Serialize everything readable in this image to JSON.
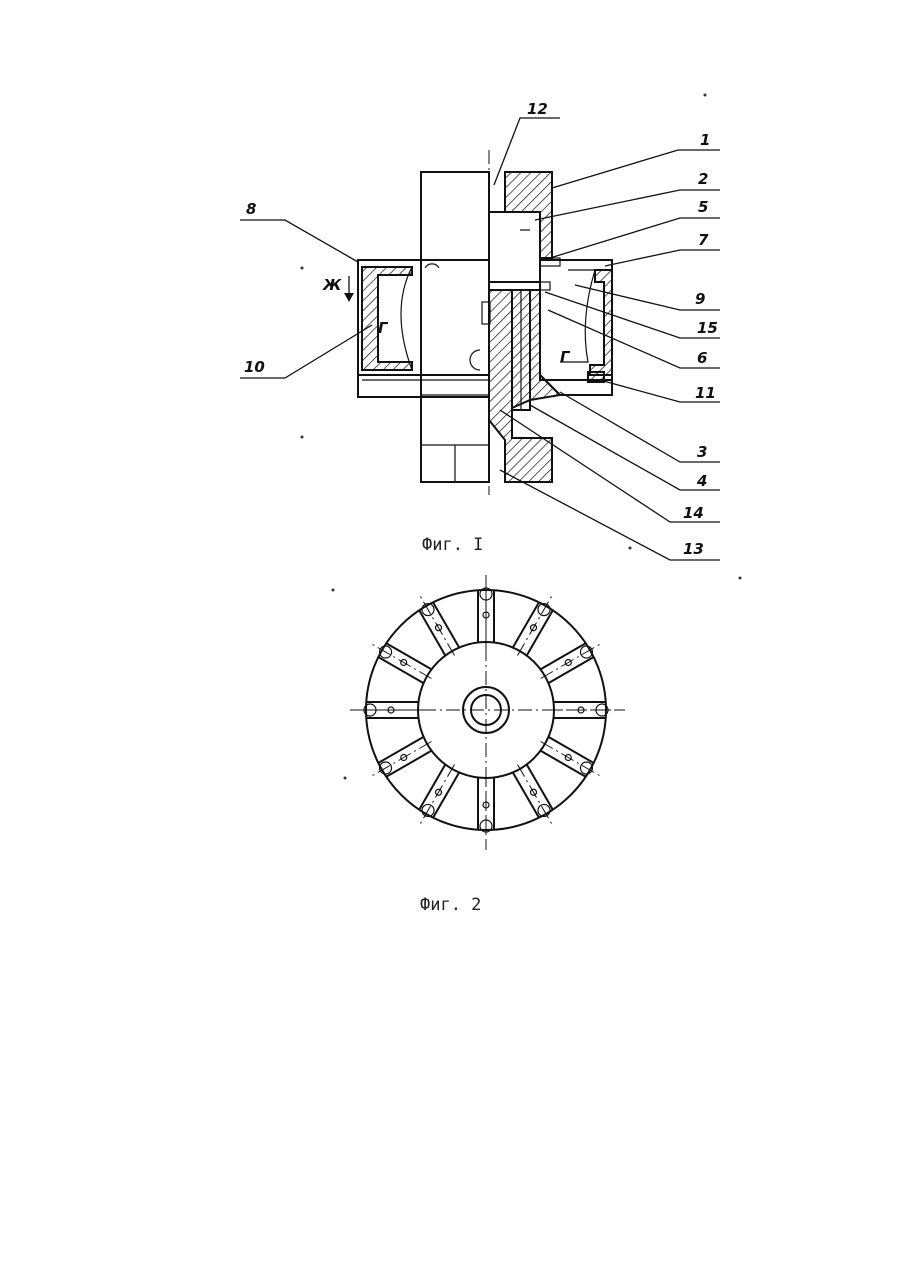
{
  "figure1": {
    "caption": "Фиг. I",
    "labels": {
      "l1": "1",
      "l2": "2",
      "l3": "3",
      "l4": "4",
      "l5": "5",
      "l6": "6",
      "l7": "7",
      "l8": "8",
      "l9": "9",
      "l10": "10",
      "l11": "11",
      "l12": "12",
      "l13": "13",
      "l14": "14",
      "l15": "15"
    },
    "cavity_letter": "Г",
    "flow_letter": "Ж"
  },
  "figure2": {
    "caption": "Фиг. 2",
    "spoke_count": 12
  }
}
